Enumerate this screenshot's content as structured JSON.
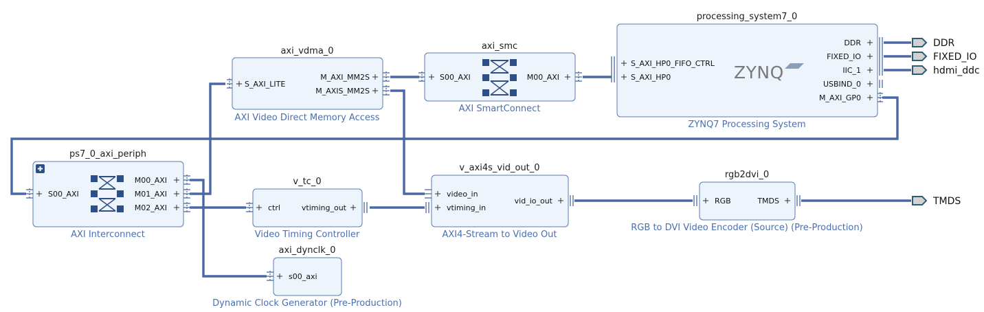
{
  "diagram": {
    "colors": {
      "net": "#4a68a5",
      "block_fill": "#eef4fb",
      "block_border": "#5a7bb0",
      "subtitle": "#4a6fb0",
      "external_port_fill": "#d2d2d2",
      "external_port_border": "#2f5b6f"
    },
    "blocks": {
      "axi_vdma": {
        "instance": "axi_vdma_0",
        "description": "AXI Video Direct Memory Access",
        "ports_left": [
          "S_AXI_LITE"
        ],
        "ports_right": [
          "M_AXI_MM2S",
          "M_AXIS_MM2S"
        ]
      },
      "axi_smc": {
        "instance": "axi_smc",
        "description": "AXI SmartConnect",
        "ports_left": [
          "S00_AXI"
        ],
        "ports_right": [
          "M00_AXI"
        ]
      },
      "ps7": {
        "instance": "processing_system7_0",
        "description": "ZYNQ7 Processing System",
        "logo": "ZYNQ",
        "ports_left": [
          "S_AXI_HP0_FIFO_CTRL",
          "S_AXI_HP0"
        ],
        "ports_right": [
          "DDR",
          "FIXED_IO",
          "IIC_1",
          "USBIND_0",
          "M_AXI_GP0"
        ]
      },
      "axi_periph": {
        "instance": "ps7_0_axi_periph",
        "description": "AXI Interconnect",
        "expand_icon": "plus-box-icon",
        "ports_left": [
          "S00_AXI"
        ],
        "ports_right": [
          "M00_AXI",
          "M01_AXI",
          "M02_AXI"
        ]
      },
      "vtc": {
        "instance": "v_tc_0",
        "description": "Video Timing Controller",
        "ports_left": [
          "ctrl"
        ],
        "ports_right": [
          "vtiming_out"
        ]
      },
      "vid_out": {
        "instance": "v_axi4s_vid_out_0",
        "description": "AXI4-Stream to Video Out",
        "ports_left": [
          "video_in",
          "vtiming_in"
        ],
        "ports_right": [
          "vid_io_out"
        ]
      },
      "rgb2dvi": {
        "instance": "rgb2dvi_0",
        "description": "RGB to DVI Video Encoder (Source) (Pre-Production)",
        "ports_left": [
          "RGB"
        ],
        "ports_right": [
          "TMDS"
        ]
      },
      "dynclk": {
        "instance": "axi_dynclk_0",
        "description": "Dynamic Clock Generator (Pre-Production)",
        "ports_left": [
          "s00_axi"
        ],
        "ports_right": []
      }
    },
    "external_ports": [
      "DDR",
      "FIXED_IO",
      "hdmi_ddc",
      "TMDS"
    ]
  }
}
